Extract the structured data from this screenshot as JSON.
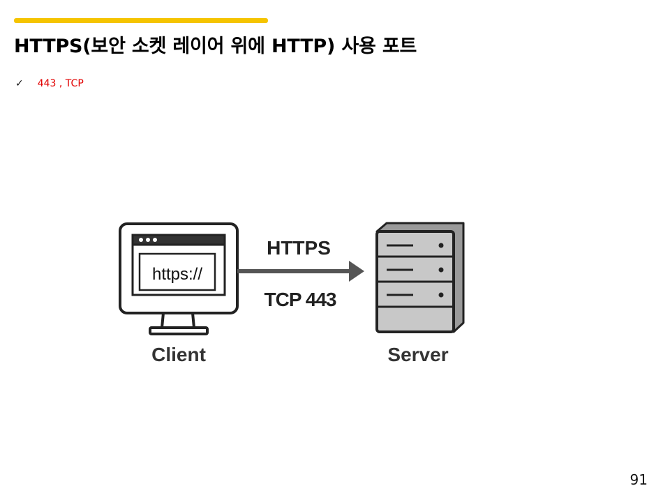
{
  "slide": {
    "title": "HTTPS(보안 소켓 레이어 위에 HTTP) 사용 포트",
    "bullet": "443 , TCP",
    "page_number": "91"
  },
  "diagram": {
    "client_label": "Client",
    "server_label": "Server",
    "browser_url": "https://",
    "protocol_label": "HTTPS",
    "port_label": "TCP 443"
  },
  "colors": {
    "accent": "#f5c400",
    "bullet_text": "#e10000",
    "arrow": "#555555",
    "server_fill": "#c8c8c8"
  }
}
